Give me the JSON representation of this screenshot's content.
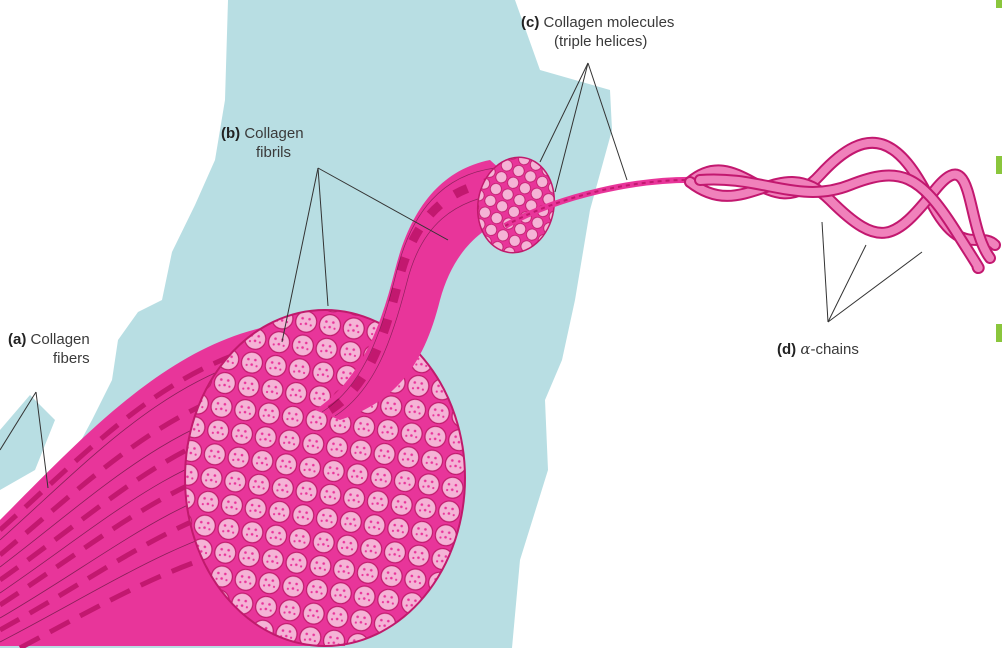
{
  "colors": {
    "background": "#b8dee3",
    "fiber": "#e8359a",
    "fiber_band": "#c2186f",
    "fibril_face": "#f5b3d6",
    "fibril_outline": "#c01a6c",
    "chain": "#f081bb",
    "marker": "#8ac63c"
  },
  "labels": {
    "a": {
      "tag": "(a)",
      "line1": "Collagen",
      "line2": "fibers"
    },
    "b": {
      "tag": "(b)",
      "line1": "Collagen",
      "line2": "fibrils"
    },
    "c": {
      "tag": "(c)",
      "line1": "Collagen molecules",
      "line2": "(triple helices)"
    },
    "d": {
      "tag": "(d)",
      "greek": "α",
      "text": "-chains"
    }
  }
}
